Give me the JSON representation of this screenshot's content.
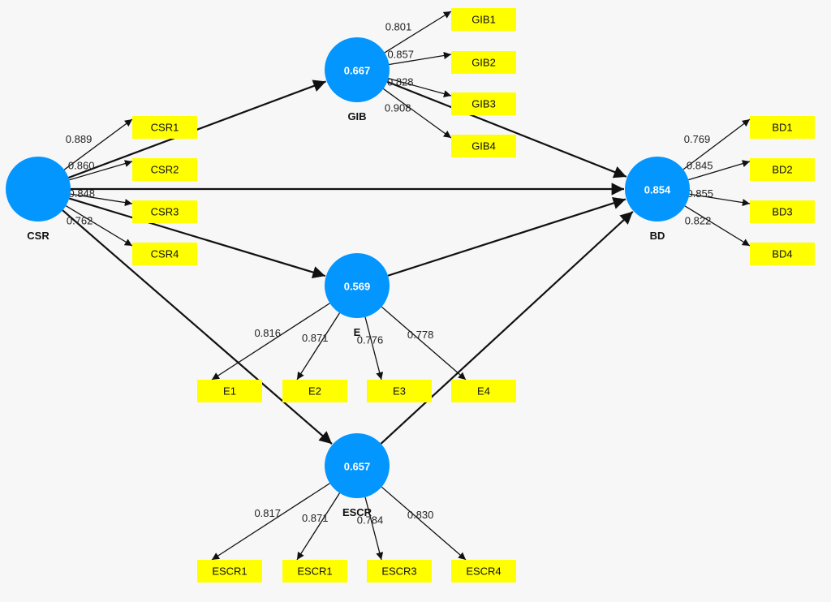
{
  "colors": {
    "construct": "#0396ff",
    "indicator": "#ffff00",
    "background": "#f7f7f7",
    "edge": "#111111"
  },
  "constructs": [
    {
      "id": "CSR",
      "label": "CSR",
      "r2": ""
    },
    {
      "id": "GIB",
      "label": "GIB",
      "r2": "0.667"
    },
    {
      "id": "BD",
      "label": "BD",
      "r2": "0.854"
    },
    {
      "id": "E",
      "label": "E",
      "r2": "0.569"
    },
    {
      "id": "ESCR",
      "label": "ESCR",
      "r2": "0.657"
    }
  ],
  "indicators": [
    {
      "id": "GIB1",
      "label": "GIB1",
      "construct": "GIB",
      "loading": "0.801"
    },
    {
      "id": "GIB2",
      "label": "GIB2",
      "construct": "GIB",
      "loading": "0.857"
    },
    {
      "id": "GIB3",
      "label": "GIB3",
      "construct": "GIB",
      "loading": "0.828"
    },
    {
      "id": "GIB4",
      "label": "GIB4",
      "construct": "GIB",
      "loading": "0.908"
    },
    {
      "id": "CSR1",
      "label": "CSR1",
      "construct": "CSR",
      "loading": "0.889"
    },
    {
      "id": "CSR2",
      "label": "CSR2",
      "construct": "CSR",
      "loading": "0.860"
    },
    {
      "id": "CSR3",
      "label": "CSR3",
      "construct": "CSR",
      "loading": "0.848"
    },
    {
      "id": "CSR4",
      "label": "CSR4",
      "construct": "CSR",
      "loading": "0.762"
    },
    {
      "id": "BD1",
      "label": "BD1",
      "construct": "BD",
      "loading": "0.769"
    },
    {
      "id": "BD2",
      "label": "BD2",
      "construct": "BD",
      "loading": "0.845"
    },
    {
      "id": "BD3",
      "label": "BD3",
      "construct": "BD",
      "loading": "0.855"
    },
    {
      "id": "BD4",
      "label": "BD4",
      "construct": "BD",
      "loading": "0.822"
    },
    {
      "id": "E1",
      "label": "E1",
      "construct": "E",
      "loading": "0.816"
    },
    {
      "id": "E2",
      "label": "E2",
      "construct": "E",
      "loading": "0.871"
    },
    {
      "id": "E3",
      "label": "E3",
      "construct": "E",
      "loading": "0.776"
    },
    {
      "id": "E4",
      "label": "E4",
      "construct": "E",
      "loading": "0.778"
    },
    {
      "id": "ESCR1",
      "label": "ESCR1",
      "construct": "ESCR",
      "loading": "0.817"
    },
    {
      "id": "ESCR2",
      "label": "ESCR1",
      "construct": "ESCR",
      "loading": "0.871"
    },
    {
      "id": "ESCR3",
      "label": "ESCR3",
      "construct": "ESCR",
      "loading": "0.784"
    },
    {
      "id": "ESCR4",
      "label": "ESCR4",
      "construct": "ESCR",
      "loading": "0.830"
    }
  ],
  "paths": [
    {
      "from": "CSR",
      "to": "GIB"
    },
    {
      "from": "CSR",
      "to": "BD"
    },
    {
      "from": "CSR",
      "to": "E"
    },
    {
      "from": "CSR",
      "to": "ESCR"
    },
    {
      "from": "GIB",
      "to": "BD"
    },
    {
      "from": "E",
      "to": "BD"
    },
    {
      "from": "ESCR",
      "to": "BD"
    }
  ]
}
